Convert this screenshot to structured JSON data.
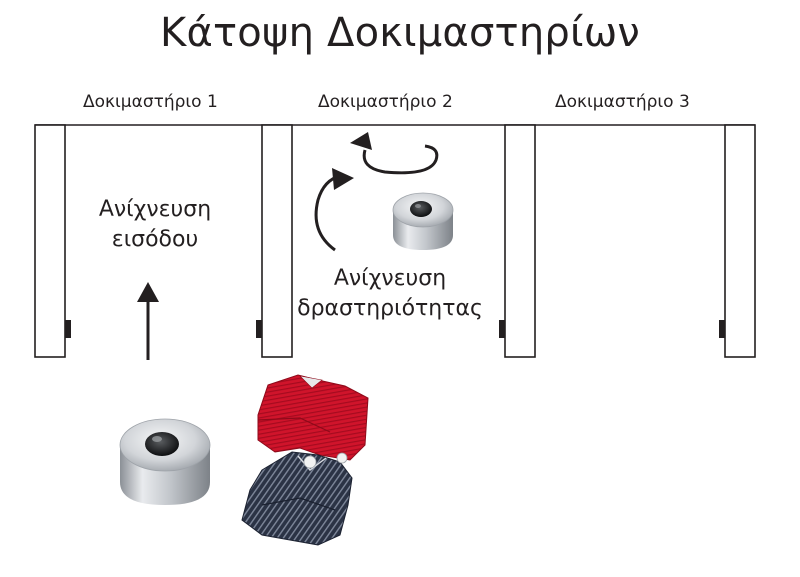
{
  "title": "Κάτοψη Δοκιμαστηρίων",
  "rooms": [
    {
      "label": "Δοκιμαστήριο 1"
    },
    {
      "label": "Δοκιμαστήριο 2"
    },
    {
      "label": "Δοκιμαστήριο 3"
    }
  ],
  "zones": {
    "entrance": {
      "line1": "Ανίχνευση",
      "line2": "εισόδου"
    },
    "activity": {
      "line1": "Ανίχνευση",
      "line2": "δραστηριότητας"
    }
  },
  "colors": {
    "outline": "#231f20",
    "sweater": "#d0142b",
    "shirt": "#2b3345",
    "sensor_metal": "#c9ccd0"
  },
  "icons": [
    "arrow-up-icon",
    "rotate-arrow-icon",
    "motion-sensor-icon",
    "clothes-icon"
  ]
}
